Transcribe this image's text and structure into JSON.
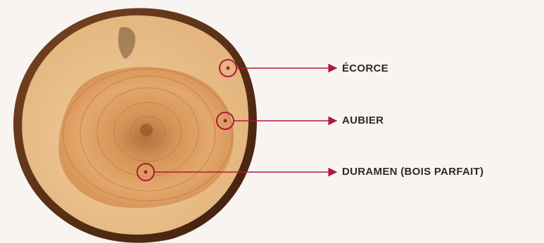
{
  "colors": {
    "background": "#f7f4f1",
    "accent": "#b3163a",
    "label_text": "#2b2b2b",
    "bark": "#5e3518",
    "sapwood": "#e9c08d",
    "heartwood": "#d58a4c"
  },
  "callouts": [
    {
      "id": "bark",
      "label": "ÉCORCE"
    },
    {
      "id": "sapwood",
      "label": "AUBIER"
    },
    {
      "id": "heartwood",
      "label": "DURAMEN (BOIS PARFAIT)"
    }
  ]
}
